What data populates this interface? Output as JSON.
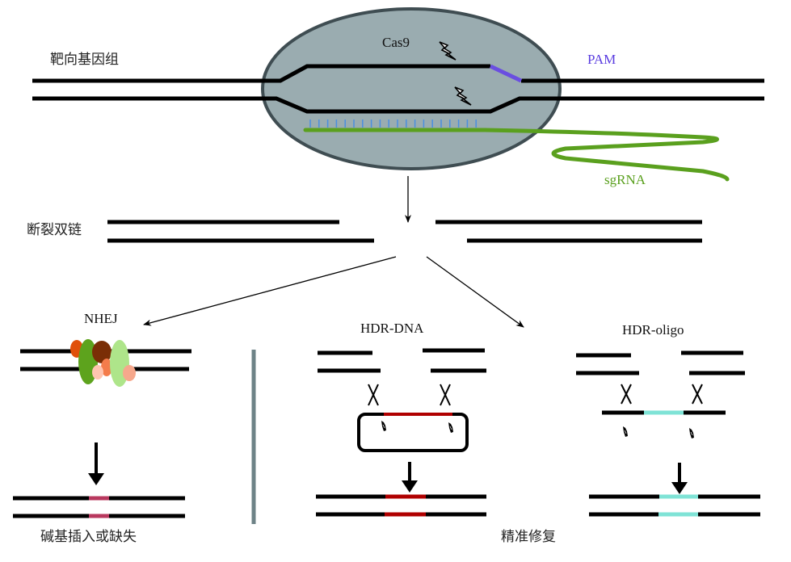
{
  "labels": {
    "target_genome": "靶向基因组",
    "cas9": "Cas9",
    "pam": "PAM",
    "sgrna": "sgRNA",
    "dsb": "断裂双链",
    "nhej": "NHEJ",
    "hdr_dna": "HDR-DNA",
    "hdr_oligo": "HDR-oligo",
    "indel": "碱基插入或缺失",
    "precise_repair": "精准修复"
  },
  "colors": {
    "cas9_fill": "#9aacb0",
    "cas9_stroke": "#3f4d52",
    "pam": "#6a4ee0",
    "sgrna": "#5aa01e",
    "base_ticks": "#4a8fe0",
    "indel": "#b8385e",
    "hdr_dna_insert": "#b00000",
    "hdr_oligo_insert": "#7fe3d6",
    "divider": "#6e8387",
    "nhej_proteins": [
      "#e0500a",
      "#5da31d",
      "#7a2e06",
      "#f47c4b",
      "#ffc5b0",
      "#aee58a",
      "#f6a88c"
    ]
  },
  "icons": {
    "cut": "lightning-cut-icon",
    "cross": "crossover-x-icon",
    "arrow": "down-arrow-icon"
  }
}
